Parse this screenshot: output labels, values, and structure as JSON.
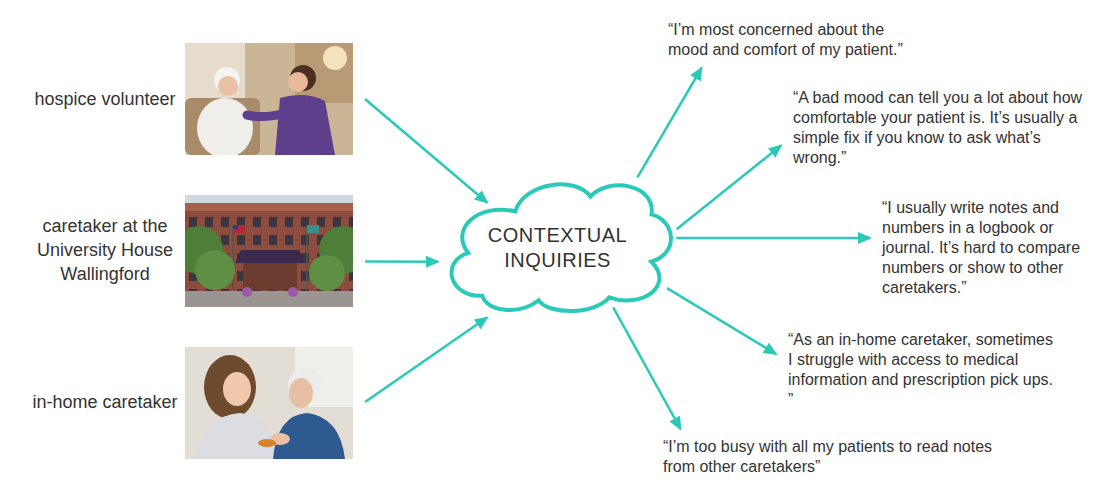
{
  "diagram": {
    "nodes": [
      {
        "text": [
          "hospice volunteer"
        ]
      },
      {
        "text": [
          "caretaker at the University House Wallingford"
        ]
      },
      {
        "text": [
          "in-home caretaker"
        ]
      },
      {
        "text": [
          "CONTEXTUAL INQUIRIES"
        ]
      },
      {
        "text": [
          "“I’m most concerned about the mood and comfort of my patient.”"
        ]
      },
      {
        "text": [
          "“A bad mood can tell you a lot about how comfortable your patient is. It’s usually a simple fix if you know to ask what’s wrong.”"
        ]
      },
      {
        "text": [
          "“I usually write notes and numbers in a logbook or journal. It’s hard to compare numbers or show to other caretakers.”"
        ]
      },
      {
        "text": [
          "“As an in-home caretaker, sometimes I struggle with access to medical information and prescription pick ups. ”"
        ]
      },
      {
        "text": [
          "“I’m too busy with all my patients to read notes from other caretakers”"
        ]
      }
    ],
    "edges": [
      {
        "from": 0,
        "to": 3,
        "arrow": "to"
      },
      {
        "from": 1,
        "to": 3,
        "arrow": "to"
      },
      {
        "from": 2,
        "to": 3,
        "arrow": "to"
      },
      {
        "from": 3,
        "to": 4,
        "arrow": "to"
      },
      {
        "from": 3,
        "to": 5,
        "arrow": "to"
      },
      {
        "from": 3,
        "to": 6,
        "arrow": "to"
      },
      {
        "from": 3,
        "to": 7,
        "arrow": "to"
      },
      {
        "from": 3,
        "to": 8,
        "arrow": "to"
      }
    ]
  }
}
